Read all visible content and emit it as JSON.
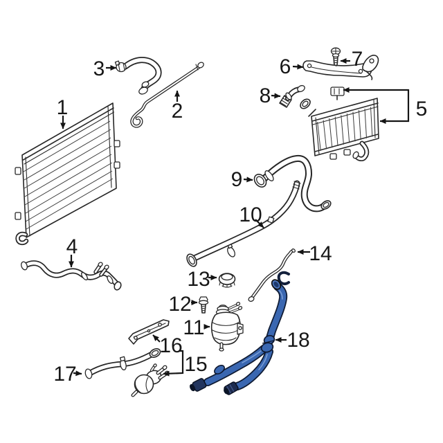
{
  "diagram": {
    "kind": "exploded-parts-line-drawing",
    "background": "#ffffff",
    "line_color": "#262626",
    "highlight_color": "#3a67b1",
    "highlighted_callout": "18",
    "callouts": [
      "1",
      "2",
      "3",
      "4",
      "5",
      "6",
      "7",
      "8",
      "9",
      "10",
      "11",
      "12",
      "13",
      "14",
      "15",
      "16",
      "17",
      "18"
    ]
  }
}
